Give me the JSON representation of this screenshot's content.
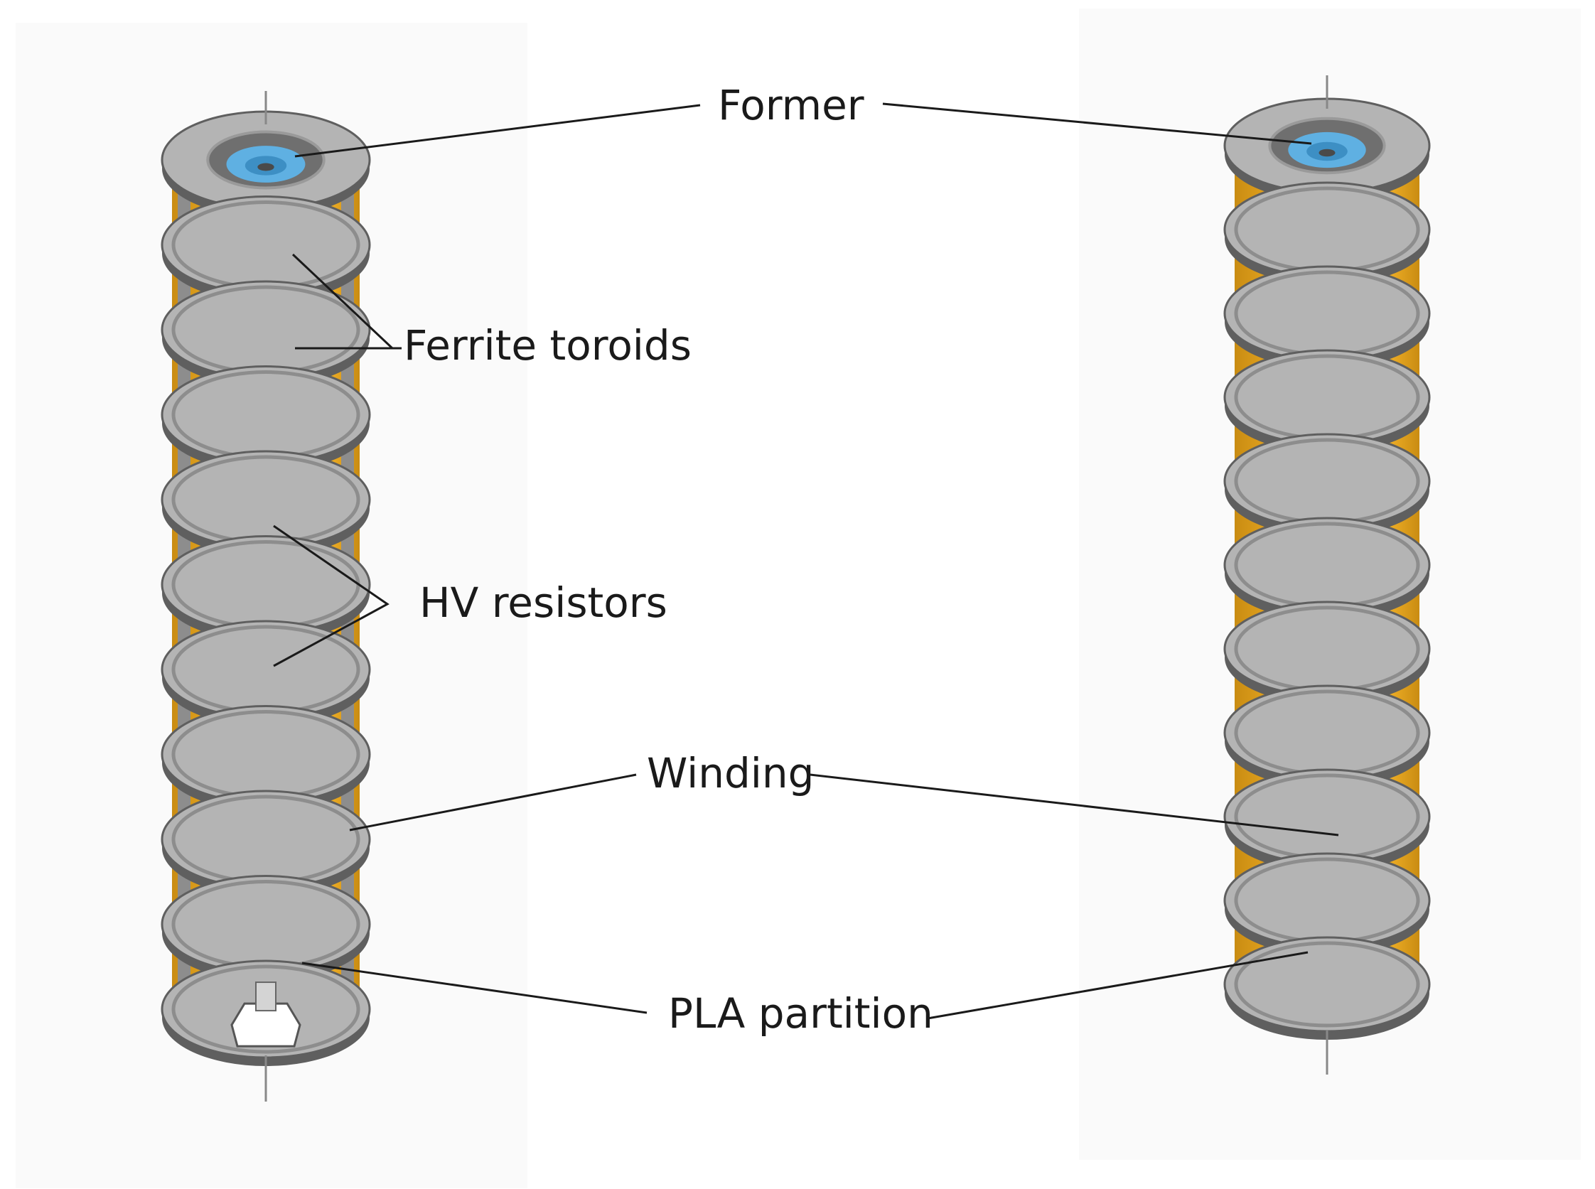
{
  "labels": {
    "former": "Former",
    "ferrite_toroids": "Ferrite toroids",
    "hv_resistors": "HV resistors",
    "winding": "Winding",
    "pla_partition": "PLA partition"
  },
  "colors": {
    "winding": "#f6b52a",
    "winding_dark": "#c98c12",
    "partition": "#8d8d8d",
    "partition_light": "#b4b4b4",
    "partition_dark": "#5f5f5f",
    "toroid": "#5fb0e2",
    "resistor": "#7c7c7c",
    "backdrop": "#fafafa",
    "axis": "#888888",
    "text": "#1a1a1a"
  },
  "model": {
    "section_count": 10,
    "partition_count": 11
  }
}
